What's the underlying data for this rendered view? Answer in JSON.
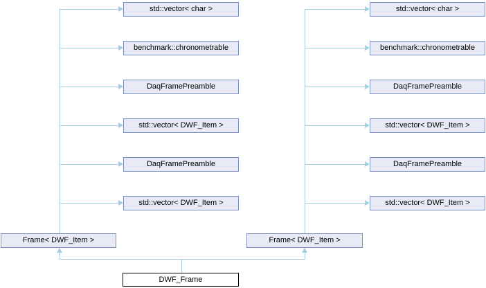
{
  "diagram": {
    "type": "class-collaboration-graph",
    "left_nodes": [
      {
        "label": "std::vector< char >"
      },
      {
        "label": "benchmark::chronometrable"
      },
      {
        "label": "DaqFramePreamble"
      },
      {
        "label": "std::vector< DWF_Item >"
      },
      {
        "label": "DaqFramePreamble"
      },
      {
        "label": "std::vector< DWF_Item >"
      }
    ],
    "right_nodes": [
      {
        "label": "std::vector< char >"
      },
      {
        "label": "benchmark::chronometrable"
      },
      {
        "label": "DaqFramePreamble"
      },
      {
        "label": "std::vector< DWF_Item >"
      },
      {
        "label": "DaqFramePreamble"
      },
      {
        "label": "std::vector< DWF_Item >"
      }
    ],
    "left_frame": {
      "label": "Frame< DWF_Item >"
    },
    "right_frame": {
      "label": "Frame< DWF_Item >"
    },
    "main_node": {
      "label": "DWF_Frame"
    },
    "colors": {
      "node_fill": "#E8EBF5",
      "node_border": "#7D90C4",
      "edge": "#A4CDE0",
      "main_fill": "#FFFFFF",
      "main_border": "#000000"
    }
  }
}
